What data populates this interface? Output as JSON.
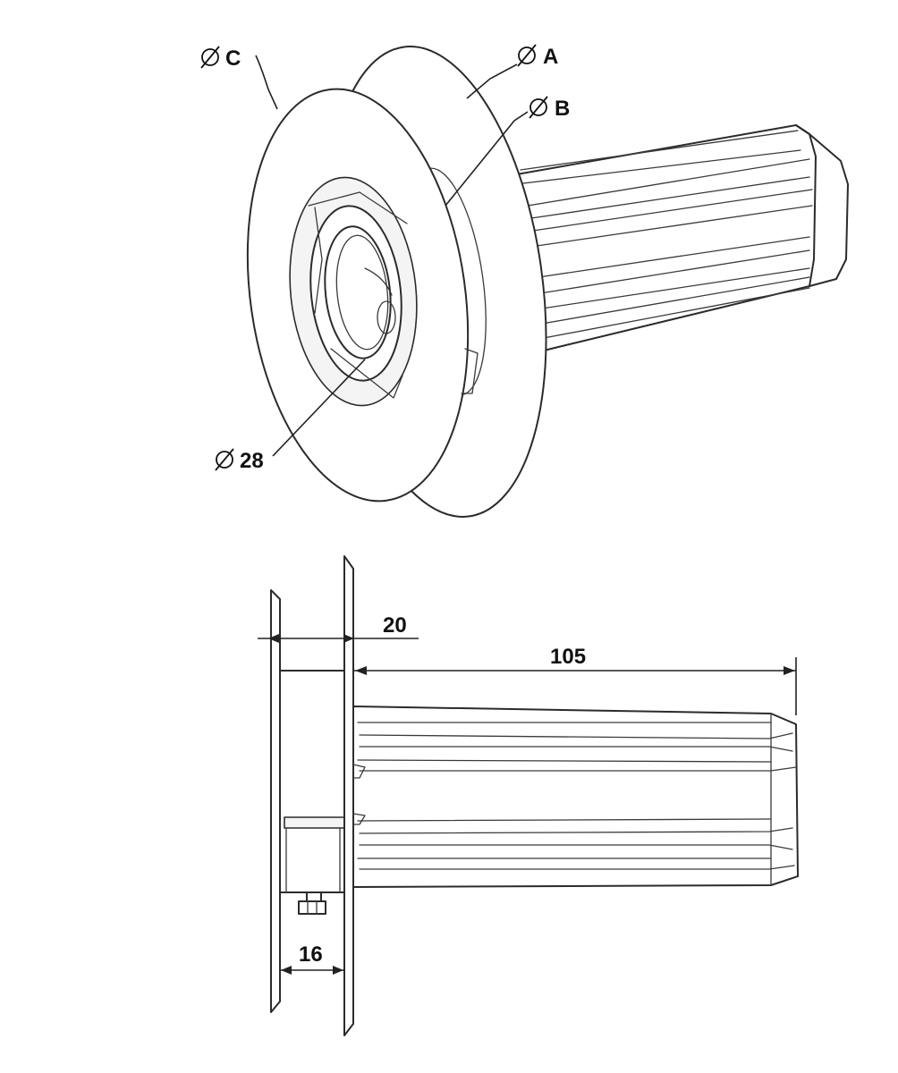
{
  "labels": {
    "dia_c": "C",
    "dia_a": "A",
    "dia_b": "B",
    "dia_28": "28",
    "dim_20": "20",
    "dim_105": "105",
    "dim_16": "16"
  },
  "diameter_symbol": "diameter-icon"
}
